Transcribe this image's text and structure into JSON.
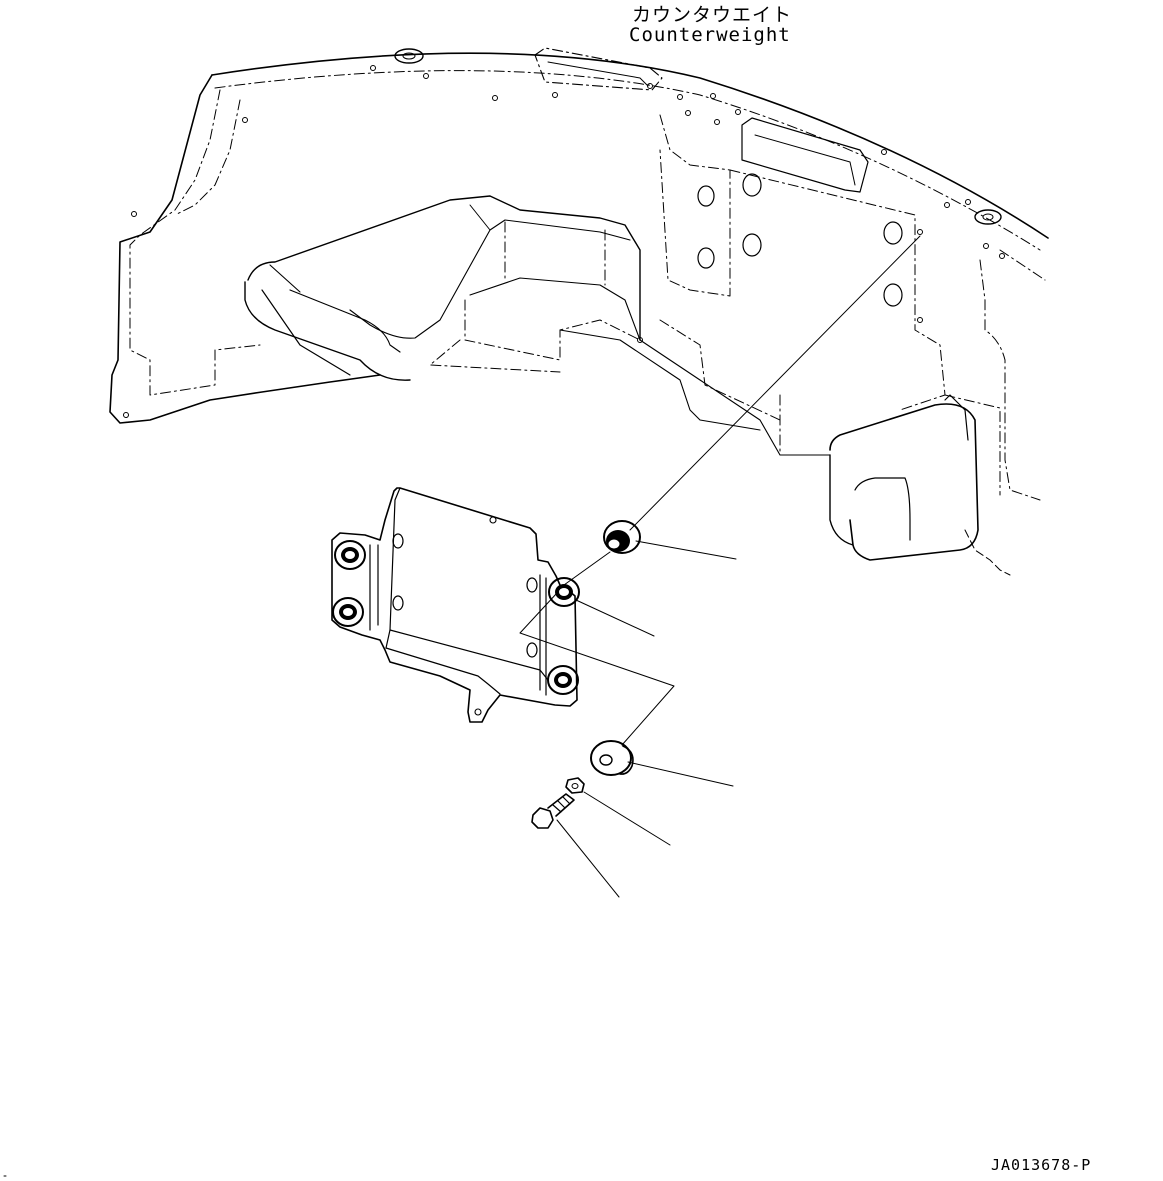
{
  "labels": {
    "part_name_jp": "カウンタウエイト",
    "part_name_en": "Counterweight"
  },
  "drawing_number": "JA013678-P",
  "colors": {
    "line": "#000000",
    "background": "#ffffff"
  },
  "parts": [
    {
      "name": "counterweight"
    },
    {
      "name": "mounting-bracket"
    },
    {
      "name": "upper-rubber-mount"
    },
    {
      "name": "lower-rubber-mount"
    },
    {
      "name": "washer"
    },
    {
      "name": "bolt"
    }
  ]
}
